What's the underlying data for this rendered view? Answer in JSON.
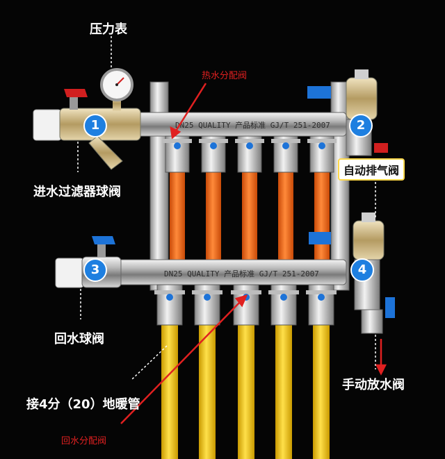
{
  "labels": {
    "pressure_gauge": "压力表",
    "hot_water_manifold": "热水分配阀",
    "inlet_filter_ball_valve": "进水过滤器球阀",
    "auto_air_vent": "自动排气阀",
    "return_ball_valve": "回水球阀",
    "connect_floor_heating_pipe": "接4分（20）地暖管",
    "manual_drain_valve": "手动放水阀",
    "return_water_manifold": "回水分配阀"
  },
  "markers": [
    "1",
    "2",
    "3",
    "4"
  ],
  "bar_stamp_top": "DN25 QUALITY 产品标准 GJ/T 251-2007",
  "bar_stamp_bottom": "DN25 QUALITY 产品标准 GJ/T 251-2007",
  "colors": {
    "hot_pipe": "#f06a1c",
    "cold_pipe": "#f5c518",
    "marker": "#1e7fe0",
    "callout_box_border": "#ffd84a",
    "annotation_red": "#e02020"
  }
}
